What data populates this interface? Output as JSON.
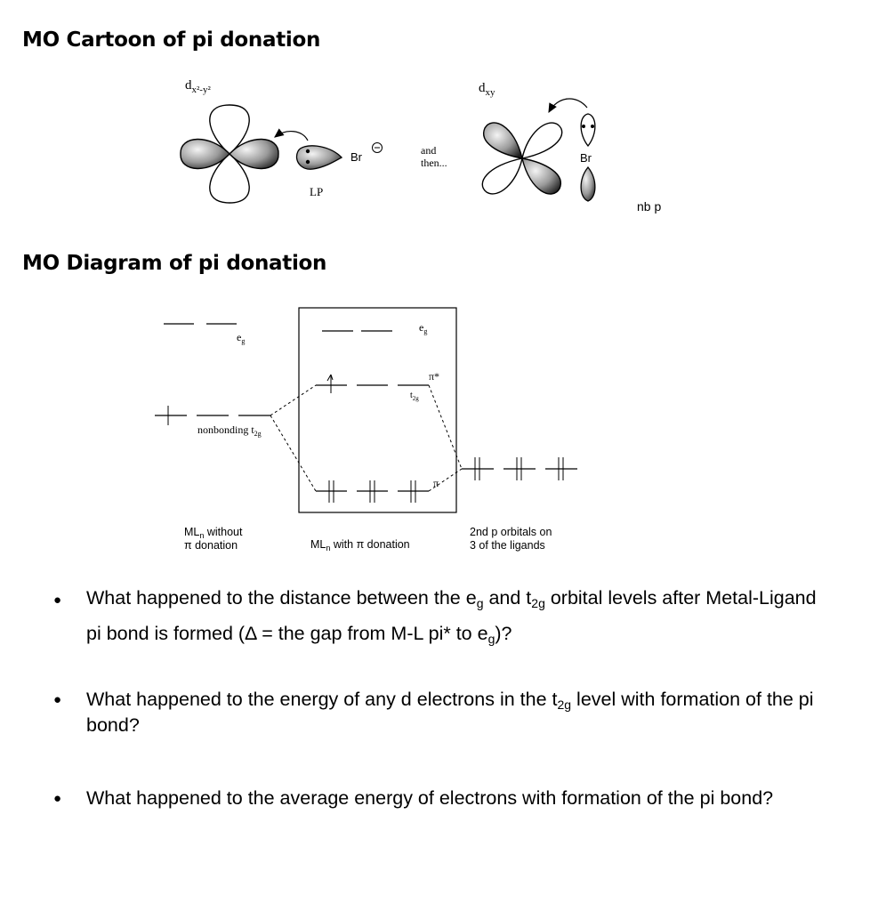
{
  "headings": {
    "cartoon": "MO Cartoon of pi donation",
    "diagram": "MO Diagram of pi donation"
  },
  "cartoon": {
    "orbital1": {
      "main": "d",
      "sub": "x²-y²"
    },
    "lp_label": "LP",
    "br_label_1": "Br",
    "and_then_1": "and",
    "and_then_2": "then...",
    "orbital2": {
      "main": "d",
      "sub": "xy"
    },
    "br_label_2": "Br",
    "nbp_label": "nb p"
  },
  "diagram": {
    "eg_left": "e",
    "eg_left_sub": "g",
    "nonbonding_label": "nonbonding t",
    "nonbonding_sub": "2g",
    "eg_box": "e",
    "eg_box_sub": "g",
    "pi_star": "π*",
    "t2g_box": "t",
    "t2g_box_sub": "2g",
    "pi": "π",
    "caption_left_1": "ML",
    "caption_left_1_sub": "n",
    "caption_left_1_rest": " without",
    "caption_left_2": "π donation",
    "caption_mid": "ML",
    "caption_mid_sub": "n",
    "caption_mid_rest": " with π donation",
    "caption_right_1": "2nd p orbitals on",
    "caption_right_2": "3 of the ligands"
  },
  "questions": {
    "q1": {
      "a": "What happened to the distance between the e",
      "a_sub": "g",
      "b": " and t",
      "b_sub": "2g",
      "c": " orbital levels after Metal-Ligand pi bond is formed (Δ = the gap from M-L pi* to e",
      "c_sub": "g",
      "d": ")?"
    },
    "q2": {
      "a": "What happened to the energy of any d electrons in the t",
      "a_sub": "2g",
      "b": " level with formation of the pi bond?"
    },
    "q3": {
      "a": "What happened to the average energy of electrons with formation of the pi bond?"
    }
  }
}
